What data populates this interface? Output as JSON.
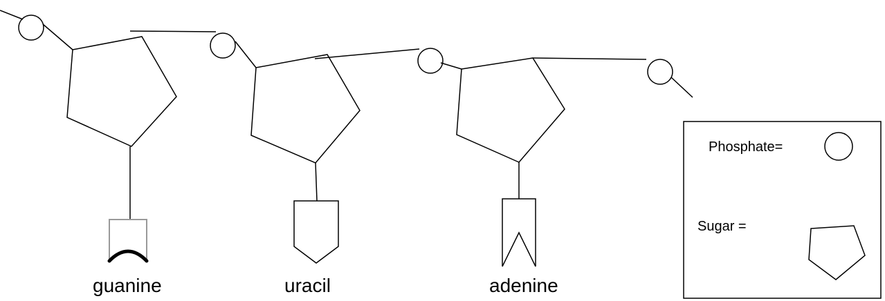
{
  "bases": [
    {
      "label": "guanine"
    },
    {
      "label": "uracil"
    },
    {
      "label": "adenine"
    }
  ],
  "legend": {
    "phosphate_label": "Phosphate=",
    "sugar_label": "Sugar ="
  },
  "colors": {
    "stroke": "#000000",
    "background": "#ffffff",
    "guanine_box": "#999999"
  }
}
